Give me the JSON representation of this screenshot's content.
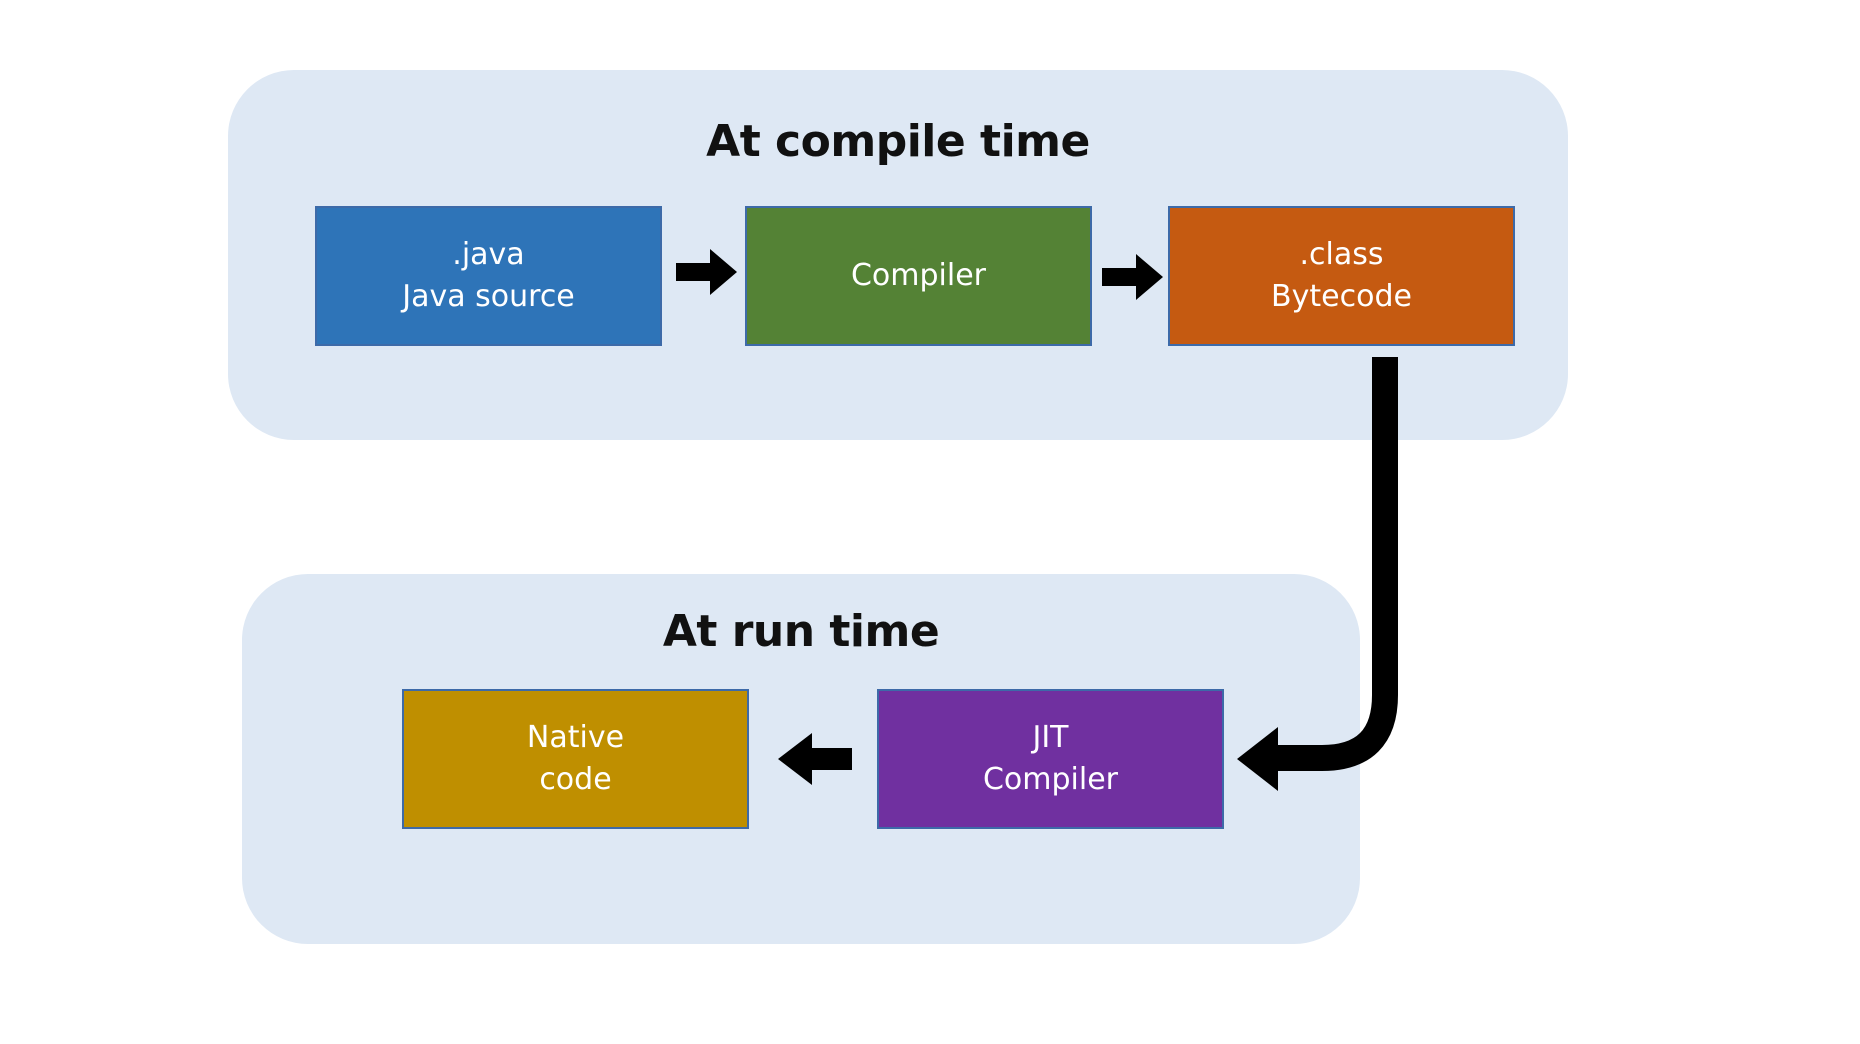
{
  "compile_panel": {
    "title": "At compile time",
    "source_box": {
      "line1": ".java",
      "line2": "Java source",
      "color": "#2e74b8"
    },
    "compiler_box": {
      "line1": "Compiler",
      "color": "#548235"
    },
    "bytecode_box": {
      "line1": ".class",
      "line2": "Bytecode",
      "color": "#c55a11"
    }
  },
  "runtime_panel": {
    "title": "At run time",
    "jit_box": {
      "line1": "JIT",
      "line2": "Compiler",
      "color": "#7030a0"
    },
    "native_box": {
      "line1": "Native",
      "line2": "code",
      "color": "#bf8f00"
    }
  },
  "colors": {
    "panel_background": "#dee8f4",
    "box_border": "#3d6aa8",
    "arrow": "#000000"
  },
  "arrows": [
    {
      "from": ".java",
      "to": "Compiler"
    },
    {
      "from": "Compiler",
      "to": ".class"
    },
    {
      "from": ".class",
      "to": "JIT"
    },
    {
      "from": "JIT",
      "to": "Native"
    }
  ]
}
